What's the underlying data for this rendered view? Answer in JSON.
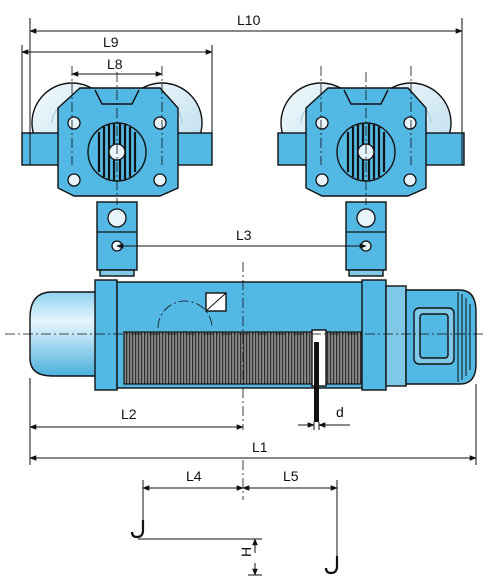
{
  "colors": {
    "body": "#53b8e4",
    "body_light": "#a9def4",
    "wheel": "#d9ecf5",
    "drum_dark": "#555555",
    "outline": "#111111"
  },
  "labels": {
    "l10": "L10",
    "l9": "L9",
    "l8": "L8",
    "l3": "L3",
    "l2": "L2",
    "d": "d",
    "l1": "L1",
    "l4": "L4",
    "l5": "L5",
    "h": "H"
  }
}
